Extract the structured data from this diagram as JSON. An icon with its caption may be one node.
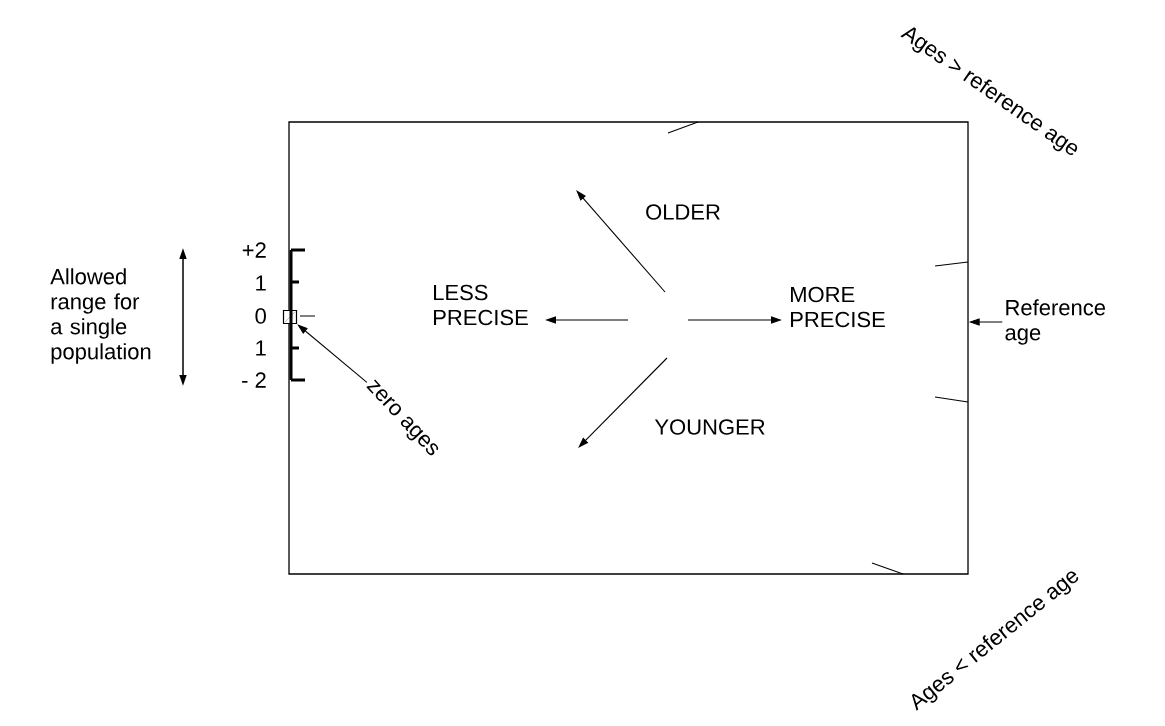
{
  "diagram": {
    "nodes": [
      {
        "text": [],
        "shape": "box"
      },
      {
        "text": [],
        "shape": "box"
      },
      {
        "text": [
          "zero ages"
        ],
        "in": 0
      },
      {
        "text": [
          "Reference age"
        ]
      }
    ],
    "edges": [
      {
        "from": 2,
        "to": 1,
        "arrow": "to"
      },
      {
        "from": 3,
        "to": 0,
        "arrow": "to"
      }
    ],
    "labels": [
      "Ages > reference age",
      "Allowed range for a single population",
      "+2",
      "1",
      "0",
      "1",
      "- 2",
      "OLDER",
      "LESS PRECISE",
      "MORE PRECISE",
      "YOUNGER",
      "Ages < reference age"
    ]
  }
}
